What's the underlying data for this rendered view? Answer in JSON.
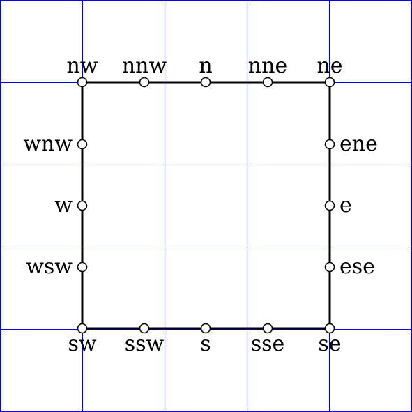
{
  "colors": {
    "grid": "#0000ee",
    "edge": "#000000",
    "anchor_fill": "#ffffff",
    "background": "#ffffff"
  },
  "grid": {
    "divisions": 5
  },
  "anchors": [
    {
      "id": "nw",
      "label": "nw"
    },
    {
      "id": "nnw",
      "label": "nnw"
    },
    {
      "id": "n",
      "label": "n"
    },
    {
      "id": "nne",
      "label": "nne"
    },
    {
      "id": "ne",
      "label": "ne"
    },
    {
      "id": "ene",
      "label": "ene"
    },
    {
      "id": "e",
      "label": "e"
    },
    {
      "id": "ese",
      "label": "ese"
    },
    {
      "id": "se",
      "label": "se"
    },
    {
      "id": "sse",
      "label": "sse"
    },
    {
      "id": "s",
      "label": "s"
    },
    {
      "id": "ssw",
      "label": "ssw"
    },
    {
      "id": "sw",
      "label": "sw"
    },
    {
      "id": "wsw",
      "label": "wsw"
    },
    {
      "id": "w",
      "label": "w"
    },
    {
      "id": "wnw",
      "label": "wnw"
    }
  ]
}
